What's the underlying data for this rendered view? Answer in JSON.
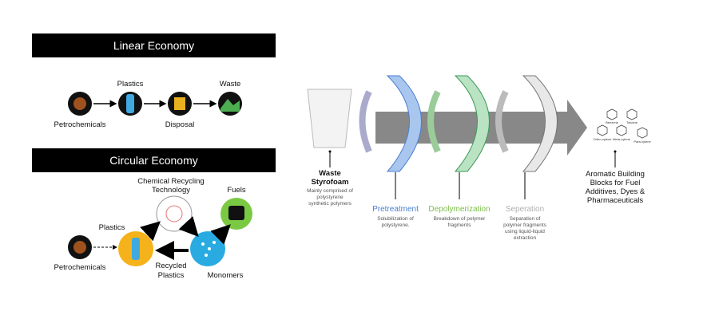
{
  "linear": {
    "title": "Linear Economy",
    "labels": {
      "plastics": "Plastics",
      "waste": "Waste",
      "petrochemicals": "Petrochemicals",
      "disposal": "Disposal"
    }
  },
  "circular": {
    "title": "Circular Economy",
    "labels": {
      "chemical": "Chemical Recycling",
      "technology": "Technology",
      "fuels": "Fuels",
      "plastics": "Plastics",
      "petrochemicals": "Petrochemicals",
      "recycled": "Recycled",
      "recycled2": "Plastics",
      "monomers": "Monomers"
    }
  },
  "process": {
    "input": {
      "title1": "Waste",
      "title2": "Styrofoam",
      "desc": [
        "Mainly comprised of",
        "polystyrene",
        "synthetic polymers"
      ]
    },
    "steps": [
      {
        "name": "Pretreatment",
        "color": "#4a7fd0",
        "desc": [
          "Solubilization of",
          "polystyrene."
        ]
      },
      {
        "name": "Depolymerization",
        "color": "#7cbf4a",
        "desc": [
          "Breakdown of polymer",
          "fragments"
        ]
      },
      {
        "name": "Seperation",
        "color": "#b0b0b0",
        "desc": [
          "Separation of",
          "polymer fragments",
          "using liquid-liquid",
          "extraction"
        ]
      }
    ],
    "output": {
      "lines": [
        "Aromatic Building",
        "Blocks for Fuel",
        "Additives, Dyes &",
        "Pharmaceuticals"
      ],
      "molecules": [
        "Benzene",
        "Toluene",
        "Ortho-xylene",
        "Meta-xylene",
        "Para-xylene"
      ]
    }
  }
}
